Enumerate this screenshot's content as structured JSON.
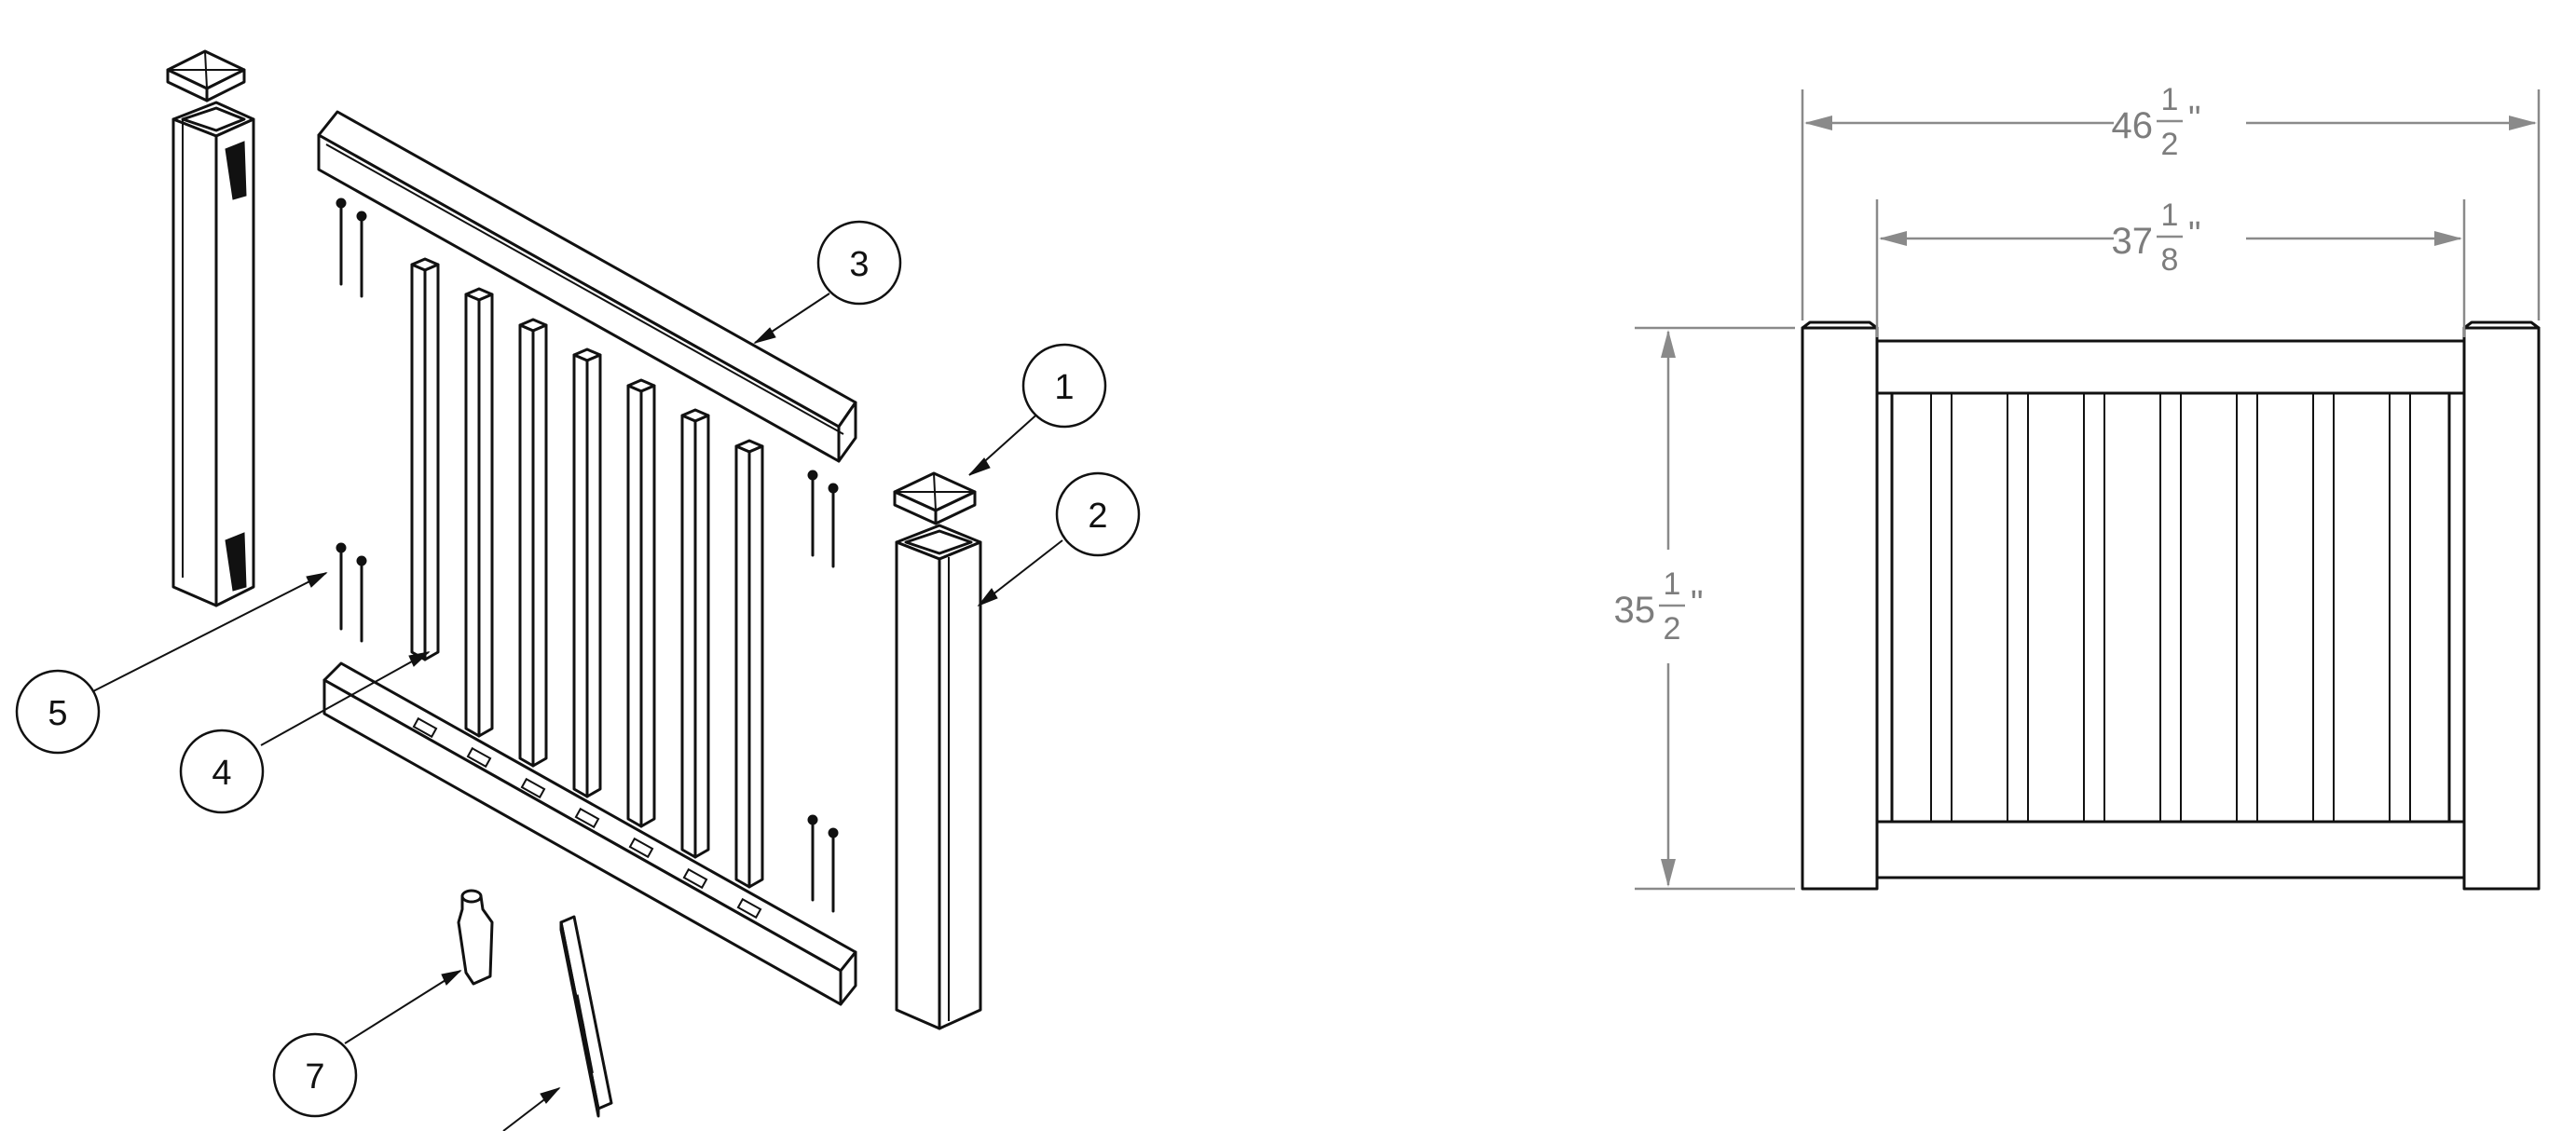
{
  "callouts": [
    {
      "id": "c1",
      "label": "1"
    },
    {
      "id": "c2",
      "label": "2"
    },
    {
      "id": "c3",
      "label": "3"
    },
    {
      "id": "c4",
      "label": "4"
    },
    {
      "id": "c5",
      "label": "5"
    },
    {
      "id": "c7",
      "label": "7"
    }
  ],
  "dimensions": {
    "overall_width": {
      "whole": "46",
      "num": "1",
      "den": "2",
      "unit": "\""
    },
    "inner_width": {
      "whole": "37",
      "num": "1",
      "den": "8",
      "unit": "\""
    },
    "height": {
      "whole": "35",
      "num": "1",
      "den": "2",
      "unit": "\""
    }
  },
  "colors": {
    "line": "#111111",
    "dimension": "#8a8a8a"
  }
}
